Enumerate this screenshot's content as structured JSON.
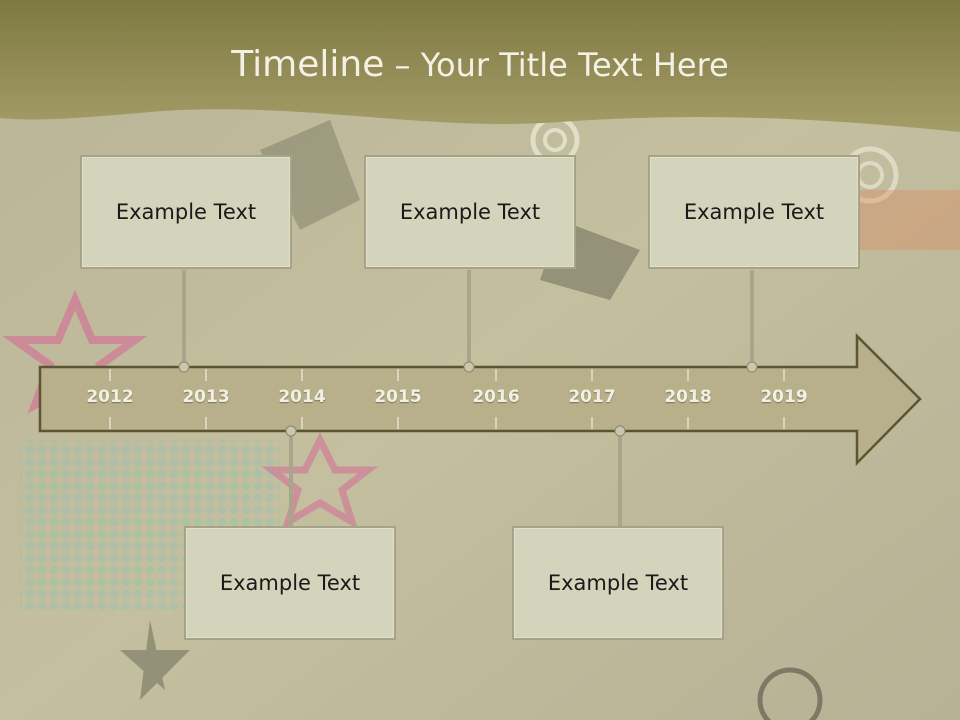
{
  "slide": {
    "title_main": "Timeline",
    "title_sep": " – ",
    "title_sub": "Your Title Text Here"
  },
  "timeline": {
    "years": [
      "2012",
      "2013",
      "2014",
      "2015",
      "2016",
      "2017",
      "2018",
      "2019"
    ],
    "events_top": [
      {
        "text": "Example Text"
      },
      {
        "text": "Example Text"
      },
      {
        "text": "Example Text"
      }
    ],
    "events_bottom": [
      {
        "text": "Example Text"
      },
      {
        "text": "Example Text"
      }
    ]
  },
  "colors": {
    "header_band": "#8c8349",
    "arrow_fill": "#b7b08a",
    "arrow_stroke": "#5a5532",
    "box_fill": "#d4d3bc",
    "connector": "#a8a68a"
  }
}
